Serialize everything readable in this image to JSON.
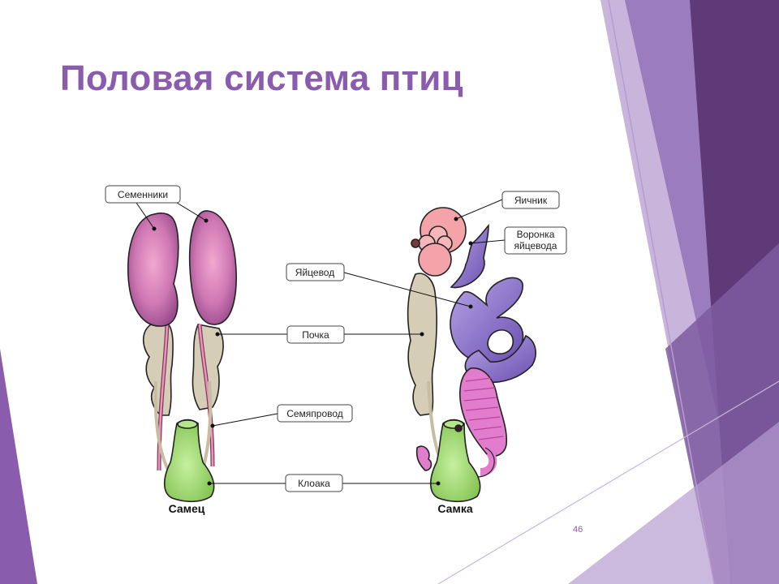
{
  "slide": {
    "title": "Половая система птиц",
    "page_number": "46"
  },
  "labels": {
    "testes": "Семенники",
    "ovary": "Яичник",
    "infundibulum_line1": "Воронка",
    "infundibulum_line2": "яйцевода",
    "oviduct": "Яйцевод",
    "kidney": "Почка",
    "vas_deferens": "Семяпровод",
    "cloaca": "Клоака",
    "male": "Самец",
    "female": "Самка"
  },
  "colors": {
    "title": "#8a5cad",
    "accent_dark": "#5e3a78",
    "accent_mid": "#7e5aa0",
    "accent_light": "#b79cd0",
    "testis": "#a9579a",
    "kidney": "#d6cdb6",
    "cloaca": "#9bd36b",
    "ovary": "#f4a4a8",
    "oviduct": "#8a70c8",
    "uterus": "#e27ccc"
  }
}
